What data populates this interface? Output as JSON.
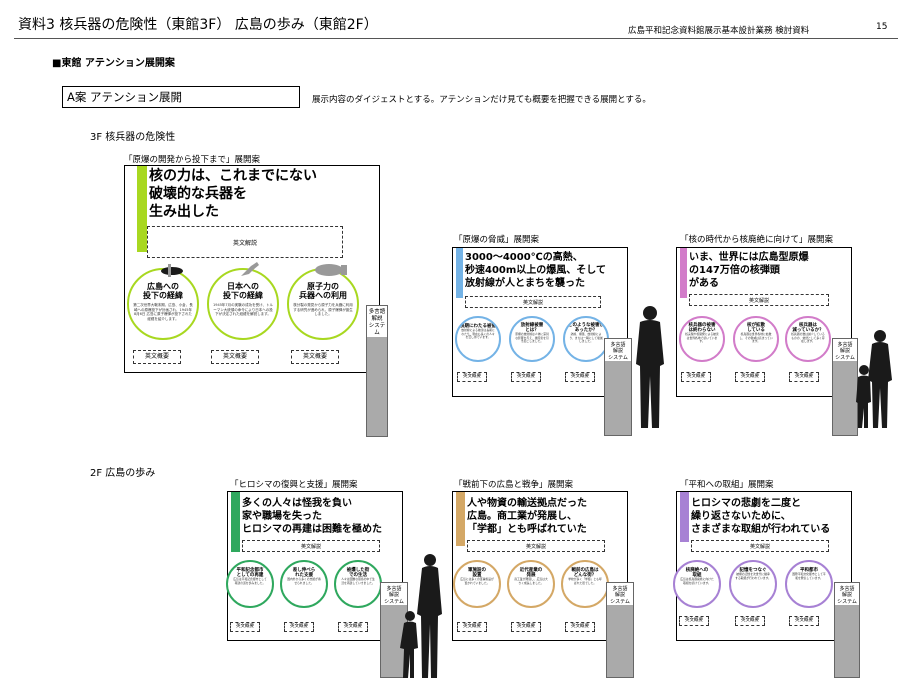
{
  "header": {
    "title": "資料3  核兵器の危険性（東館3F）  広島の歩み（東館2F）",
    "subtitle": "広島平和記念資料館展示基本設計業務  検討資料",
    "page": "15"
  },
  "section_heading": "■東館  アテンション展開案",
  "plan": {
    "label": "A案  アテンション展開",
    "description": "展示内容のダイジェストとする。アテンションだけ見ても概要を把握できる展開とする。"
  },
  "floors": {
    "f3": "3F  核兵器の危険性",
    "f2": "2F  広島の歩み"
  },
  "common": {
    "bunken": "英文解説",
    "gaiyou": "英文概要",
    "system_l1": "多言語",
    "system_l2": "解説",
    "system_l3": "システム"
  },
  "colors": {
    "green_lime": "#a8d820",
    "blue": "#74b3e6",
    "pink": "#d27cc9",
    "green": "#2fa85e",
    "tan": "#d4a866",
    "purple": "#a781d4",
    "bar_gray": "#aaaaaa"
  },
  "panels": {
    "p1": {
      "title": "「原爆の開発から投下まで」展開案",
      "headline": [
        "核の力は、これまでにない",
        "破壊的な兵器を",
        "生み出した"
      ],
      "circles": [
        {
          "title": [
            "広島への",
            "投下の経緯"
          ],
          "body": "第二次世界大戦末期、広島、小倉、長崎への原爆投下が計画され、1945年8月6日 広島に原子爆弾が投下された経緯を紹介します。"
        },
        {
          "title": [
            "日本への",
            "投下の経緯"
          ],
          "body": "1945年7月の実験の成功を受け、トルーマン大統領の命令により日本への投下が決定された経緯を解説します。"
        },
        {
          "title": [
            "原子力の",
            "兵器への利用"
          ],
          "body": "核分裂の発見から原子力を兵器に利用する研究が進められ、原子爆弾が誕生しました。"
        }
      ]
    },
    "p2": {
      "title": "「原爆の脅威」展開案",
      "headline": [
        "3000～4000℃の高熱、",
        "秒速400m以上の爆風、そして",
        "放射線が人とまちを襲った"
      ],
      "circles": [
        {
          "title": [
            "長期にわたる被害"
          ],
          "body": "放射線による被害は長期にわたり、現在も多くの人々を苦しめています。"
        },
        {
          "title": [
            "放射線被害",
            "とは？"
          ],
          "body": "原爆の放射線は人体に深刻な影響を与え、後障害を引き起こしました。"
        },
        {
          "title": [
            "どのような被害が",
            "あったか？"
          ],
          "body": "熱線、爆風、放射線により、まちは一瞬にして壊滅しました。"
        }
      ]
    },
    "p3": {
      "title": "「核の時代から核廃絶に向けて」展開案",
      "headline": [
        "いま、世界には広島型原爆",
        "の147万倍の核弾頭",
        "がある"
      ],
      "circles": [
        {
          "title": [
            "核兵器の被害",
            "は終わらない"
          ],
          "body": "核実験や核開発による被害は世界各地で続いています。"
        },
        {
          "title": [
            "核が拡散",
            "している"
          ],
          "body": "核兵器は世界各地に拡散し、その脅威は高まっています。"
        },
        {
          "title": [
            "核兵器は",
            "減っているか？"
          ],
          "body": "核兵器の数は減少しているものの、依然として多く存在します。"
        }
      ]
    },
    "p4": {
      "title": "「ヒロシマの復興と支援」展開案",
      "headline": [
        "多くの人々は怪我を負い",
        "家や職場を失った",
        "ヒロシマの再建は困難を極めた"
      ],
      "circles": [
        {
          "title": [
            "平和記念都市",
            "としての再建"
          ],
          "body": "広島は平和記念都市として再建の道を歩みました。"
        },
        {
          "title": [
            "差し伸べら",
            "れた支援"
          ],
          "body": "国内外から多くの支援が寄せられました。"
        },
        {
          "title": [
            "被爆した街",
            "での生活"
          ],
          "body": "人々は困難な環境の中で生活を再建していきました。"
        }
      ]
    },
    "p5": {
      "title": "「戦前下の広島と戦争」展開案",
      "headline": [
        "人や物資の輸送拠点だった",
        "広島。商工業が発展し、",
        "「学都」とも呼ばれていた"
      ],
      "circles": [
        {
          "title": [
            "軍施設の",
            "設置"
          ],
          "body": "広島には多くの軍事施設が置かれていました。"
        },
        {
          "title": [
            "近代産業の",
            "発展"
          ],
          "body": "商工業が発展し、広島は大きく成長しました。"
        },
        {
          "title": [
            "戦前の広島は",
            "どんな街？"
          ],
          "body": "学校が多く「学都」とも呼ばれた街でした。"
        }
      ]
    },
    "p6": {
      "title": "「平和への取組」展開案",
      "headline": [
        "ヒロシマの悲劇を二度と",
        "繰り返さないために、",
        "さまざまな取組が行われている"
      ],
      "circles": [
        {
          "title": [
            "核廃絶への",
            "取組"
          ],
          "body": "広島は核兵器廃絶に向けた取組を続けています。"
        },
        {
          "title": [
            "記憶をつなぐ"
          ],
          "body": "被爆の記憶を次世代に継承する取組が行われています。"
        },
        {
          "title": [
            "平和都市"
          ],
          "body": "国際平和文化都市として平和を発信しています。"
        }
      ]
    }
  }
}
